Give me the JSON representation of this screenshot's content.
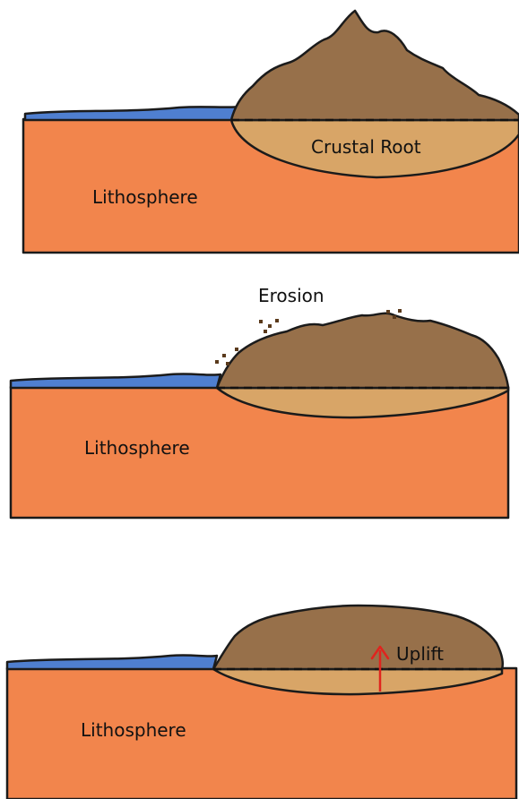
{
  "panels": [
    {
      "lithosphere_label": "Lithosphere",
      "root_label": "Crustal Root"
    },
    {
      "lithosphere_label": "Lithosphere",
      "process_label": "Erosion"
    },
    {
      "lithosphere_label": "Lithosphere",
      "process_label": "Uplift"
    }
  ],
  "colors": {
    "lithosphere": "#f2854c",
    "water": "#4f7fd0",
    "mountain": "#97704a",
    "crustal_root": "#d8a567",
    "arrow": "#e0241e",
    "sediment": "#5a3a1c"
  }
}
